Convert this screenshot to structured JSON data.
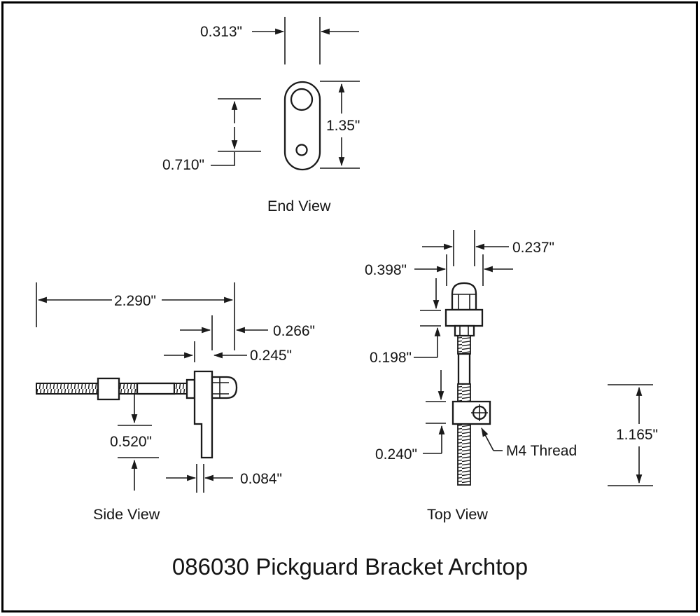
{
  "title": "086030 Pickguard Bracket Archtop",
  "colors": {
    "line": "#1a1a1a",
    "background": "#ffffff"
  },
  "end_view": {
    "label": "End View",
    "dims": {
      "width": "0.313\"",
      "height": "1.35\"",
      "hole_spacing": "0.710\""
    }
  },
  "side_view": {
    "label": "Side View",
    "dims": {
      "overall_length": "2.290\"",
      "bolt_head_length": "0.266\"",
      "plate_thickness": "0.245\"",
      "step_height": "0.520\"",
      "blade_thickness": "0.084\""
    }
  },
  "top_view": {
    "label": "Top View",
    "annotation": "M4 Thread",
    "dims": {
      "shaft_width": "0.237\"",
      "flange_width": "0.398\"",
      "flange_thickness": "0.198\"",
      "block_thickness": "0.240\"",
      "exposed_thread_length": "1.165\""
    }
  }
}
